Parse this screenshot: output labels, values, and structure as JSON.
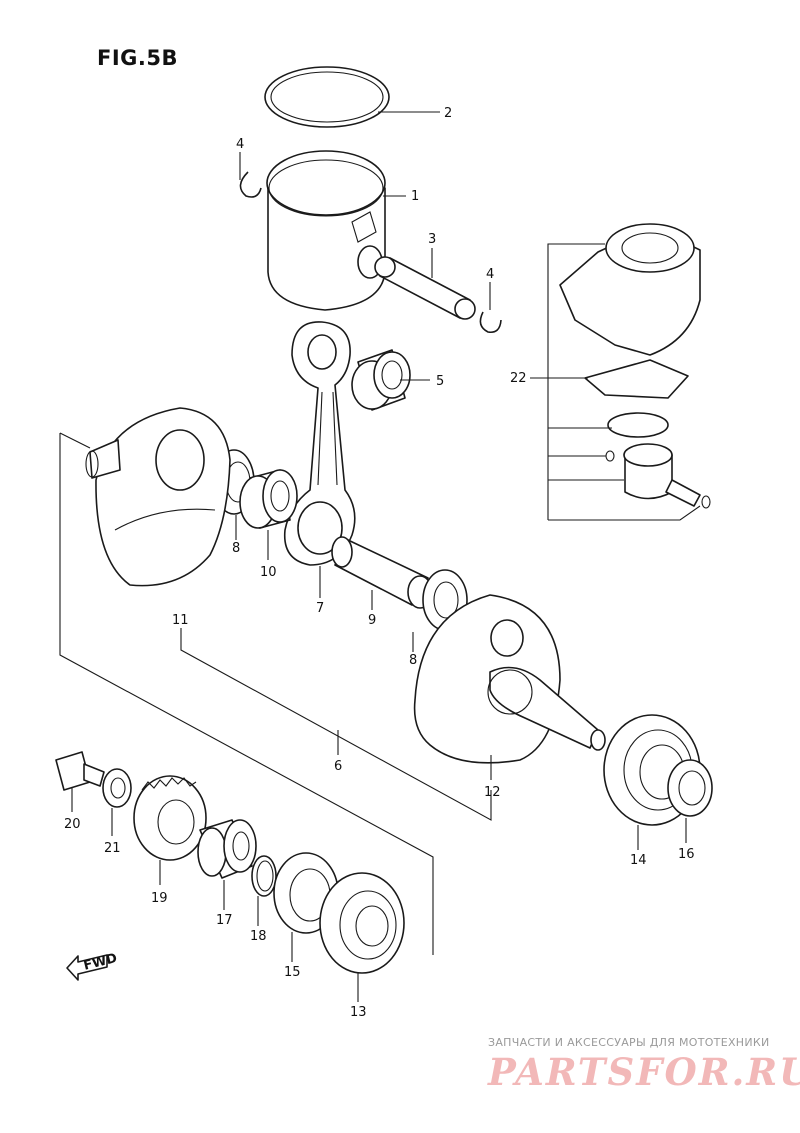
{
  "figure": {
    "title": "FIG.5B"
  },
  "direction_marker": {
    "label": "FWD",
    "icon": "forward-arrow-icon"
  },
  "callouts": [
    {
      "id": "c1",
      "number": "1",
      "part": "piston"
    },
    {
      "id": "c2",
      "number": "2",
      "part": "piston-ring"
    },
    {
      "id": "c3",
      "number": "3",
      "part": "piston-pin"
    },
    {
      "id": "c4a",
      "number": "4",
      "part": "piston-pin-circlip"
    },
    {
      "id": "c4b",
      "number": "4",
      "part": "piston-pin-circlip"
    },
    {
      "id": "c5",
      "number": "5",
      "part": "small-end-bearing"
    },
    {
      "id": "c6",
      "number": "6",
      "part": "crankshaft-assembly"
    },
    {
      "id": "c7",
      "number": "7",
      "part": "connecting-rod"
    },
    {
      "id": "c8a",
      "number": "8",
      "part": "thrust-washer"
    },
    {
      "id": "c8b",
      "number": "8",
      "part": "thrust-washer"
    },
    {
      "id": "c9",
      "number": "9",
      "part": "crank-pin"
    },
    {
      "id": "c10",
      "number": "10",
      "part": "big-end-bearing"
    },
    {
      "id": "c11",
      "number": "11",
      "part": "left-crank-web"
    },
    {
      "id": "c12",
      "number": "12",
      "part": "right-crank-web"
    },
    {
      "id": "c13",
      "number": "13",
      "part": "crankshaft-bearing-left"
    },
    {
      "id": "c14",
      "number": "14",
      "part": "crankshaft-bearing-right"
    },
    {
      "id": "c15",
      "number": "15",
      "part": "oil-seal-left"
    },
    {
      "id": "c16",
      "number": "16",
      "part": "oil-seal-right"
    },
    {
      "id": "c17",
      "number": "17",
      "part": "spacer"
    },
    {
      "id": "c18",
      "number": "18",
      "part": "o-ring"
    },
    {
      "id": "c19",
      "number": "19",
      "part": "primary-drive-gear"
    },
    {
      "id": "c20",
      "number": "20",
      "part": "bolt"
    },
    {
      "id": "c21",
      "number": "21",
      "part": "washer"
    },
    {
      "id": "c22",
      "number": "22",
      "part": "cylinder-base-gasket"
    }
  ],
  "watermark": {
    "caption": "ЗАПЧАСТИ И АКСЕССУАРЫ ДЛЯ МОТОТЕХНИКИ",
    "logo_text": "PARTSFOR.RU"
  }
}
